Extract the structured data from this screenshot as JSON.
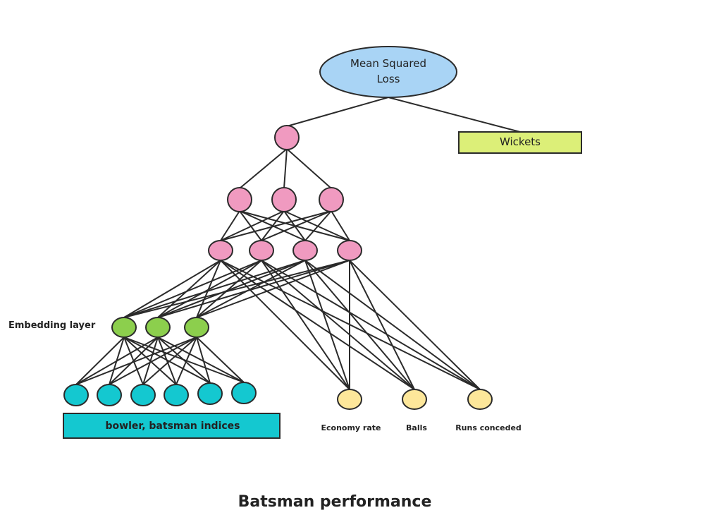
{
  "title": "Batsman performance",
  "colors": {
    "loss": "#a9d4f5",
    "hidden": "#f09ac0",
    "embedding": "#8ccf4d",
    "input": "#14c8d0",
    "feature": "#fde79a",
    "wickets": "#dcef78",
    "stroke": "#2b2b2b"
  },
  "nodes": {
    "loss": {
      "label_line1": "Mean Squared",
      "label_line2": "Loss"
    },
    "output_label": "Wickets",
    "hidden_layers": [
      1,
      3,
      4
    ],
    "embedding_label": "Embedding layer",
    "embedding_count": 3,
    "input_count": 6,
    "input_box_label": "bowler, batsman indices",
    "features": [
      "Economy rate",
      "Balls",
      "Runs conceded"
    ]
  }
}
